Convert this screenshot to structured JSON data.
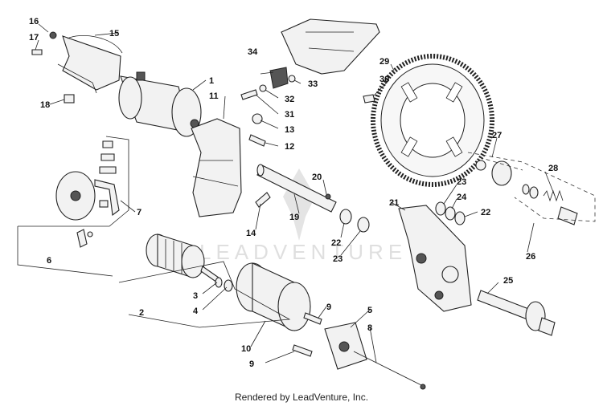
{
  "footer": {
    "credit": "Rendered by LeadVenture, Inc."
  },
  "watermark": {
    "text": "LEADVENTURE"
  },
  "callouts": {
    "c1": "1",
    "c2": "2",
    "c3": "3",
    "c4": "4",
    "c5": "5",
    "c6": "6",
    "c7": "7",
    "c8": "8",
    "c9a": "9",
    "c9b": "9",
    "c10": "10",
    "c11": "11",
    "c12": "12",
    "c13": "13",
    "c14": "14",
    "c15": "15",
    "c16": "16",
    "c17": "17",
    "c18": "18",
    "c19": "19",
    "c20": "20",
    "c21": "21",
    "c22a": "22",
    "c22b": "22",
    "c23a": "23",
    "c23b": "23",
    "c24": "24",
    "c25": "25",
    "c26": "26",
    "c27": "27",
    "c28": "28",
    "c29": "29",
    "c30": "30",
    "c31": "31",
    "c32": "32",
    "c33": "33",
    "c34": "34"
  }
}
